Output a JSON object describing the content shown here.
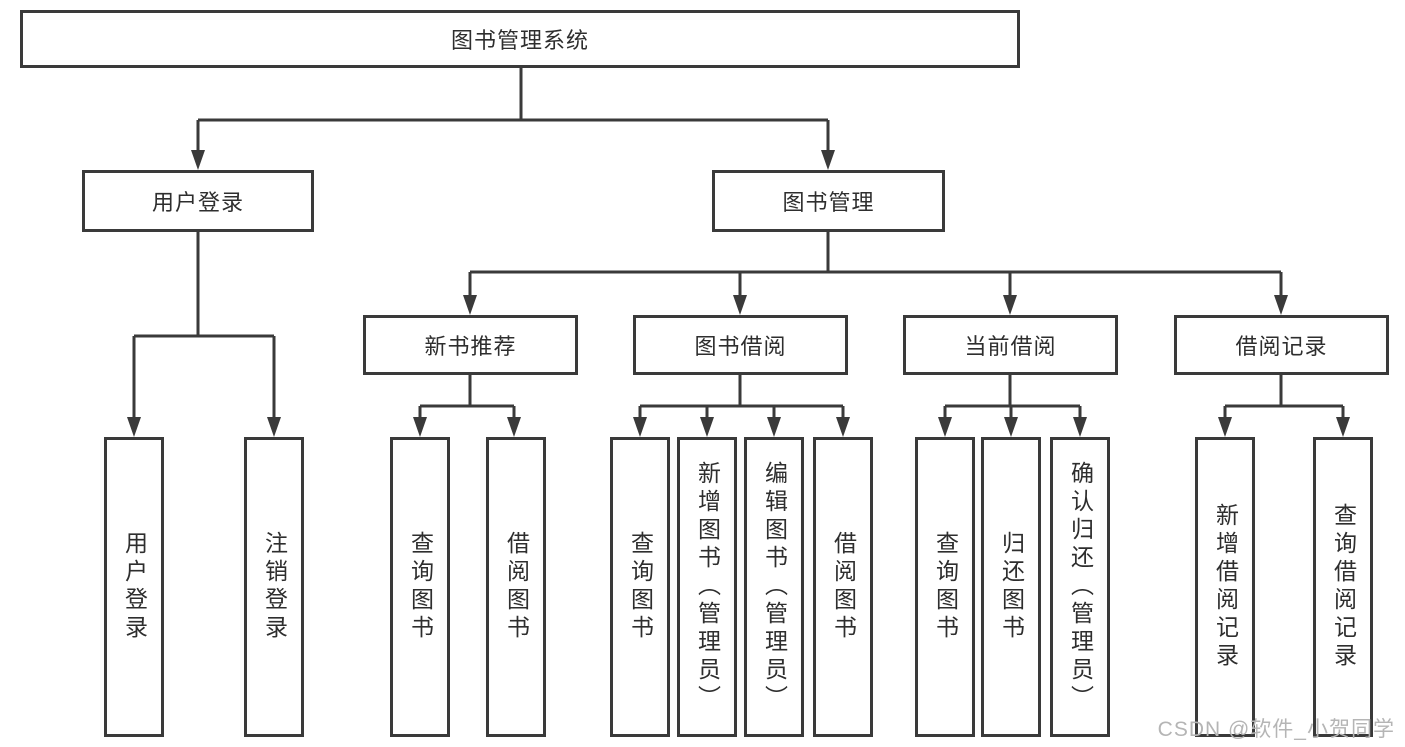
{
  "colors": {
    "line": "#3a3a3a",
    "text": "#2e2e2e",
    "background": "#ffffff",
    "watermark": "#b5b5b5"
  },
  "tree": {
    "label": "图书管理系统",
    "children": [
      {
        "label": "用户登录",
        "children": [
          {
            "label": "用户登录"
          },
          {
            "label": "注销登录"
          }
        ]
      },
      {
        "label": "图书管理",
        "children": [
          {
            "label": "新书推荐",
            "children": [
              {
                "label": "查询图书"
              },
              {
                "label": "借阅图书"
              }
            ]
          },
          {
            "label": "图书借阅",
            "children": [
              {
                "label": "查询图书"
              },
              {
                "label": "新增图书（管理员）"
              },
              {
                "label": "编辑图书（管理员）"
              },
              {
                "label": "借阅图书"
              }
            ]
          },
          {
            "label": "当前借阅",
            "children": [
              {
                "label": "查询图书"
              },
              {
                "label": "归还图书"
              },
              {
                "label": "确认归还（管理员）"
              }
            ]
          },
          {
            "label": "借阅记录",
            "children": [
              {
                "label": "新增借阅记录"
              },
              {
                "label": "查询借阅记录"
              }
            ]
          }
        ]
      }
    ]
  },
  "watermark": {
    "text": "CSDN @软件_小贺同学"
  }
}
